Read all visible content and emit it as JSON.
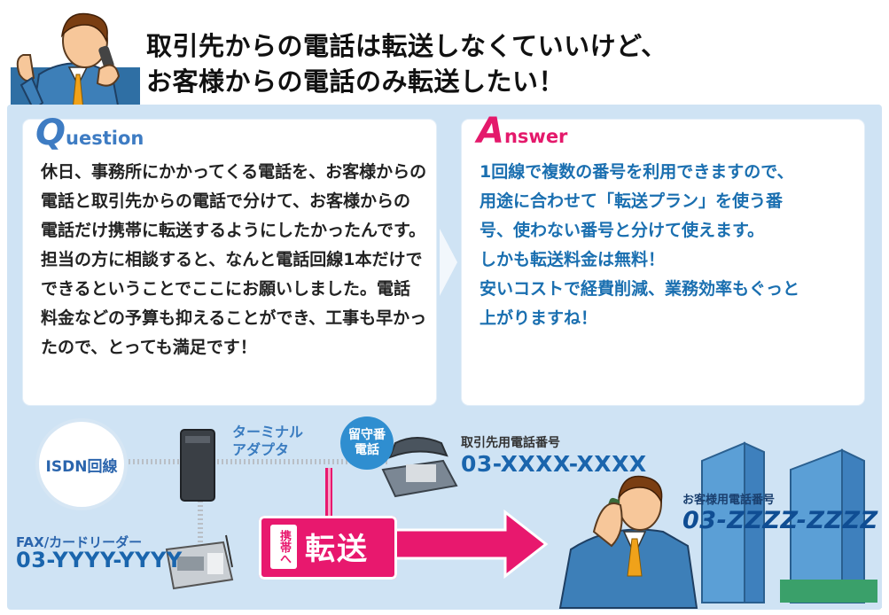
{
  "headline": {
    "line1": "取引先からの電話は転送しなくていいけど、",
    "line2": "お客様からの電話のみ転送したい！"
  },
  "question": {
    "title_initial": "Q",
    "title_rest": "uestion",
    "text": "休日、事務所にかかってくる電話を、お客様からの電話と取引先からの電話で分けて、お客様からの電話だけ携帯に転送するようにしたかったんです。担当の方に相談すると、なんと電話回線1本だけでできるということでここにお願いしました。電話料金などの予算も抑えることができ、工事も早かったので、とっても満足です！"
  },
  "answer": {
    "title_initial": "A",
    "title_rest": "nswer",
    "text": "1回線で複数の番号を利用できますので、\n用途に合わせて「転送プラン」を使う番\n号、使わない番号と分けて使えます。\nしかも転送料金は無料！\n安いコストで経費削減、業務効率もぐっと\n上がりますね！"
  },
  "diagram": {
    "isdn": "ISDN回線",
    "terminal_adapter": "ターミナル\nアダプタ",
    "answering": "留守番\n電話",
    "business_label": "取引先用電話番号",
    "business_number": "03-XXXX-XXXX",
    "fax_label": "FAX/カードリーダー",
    "fax_number": "03-YYYY-YYYY",
    "customer_label": "お客様用電話番号",
    "customer_number": "03-ZZZZ-ZZZZ",
    "to_mobile": "携帯へ",
    "transfer": "転送"
  },
  "colors": {
    "panel": "#cfe3f4",
    "question_accent": "#3e7cc3",
    "answer_accent": "#e4196b",
    "answer_text": "#1a6fb0",
    "transfer": "#e8186e",
    "number_blue": "#1a65ad"
  }
}
